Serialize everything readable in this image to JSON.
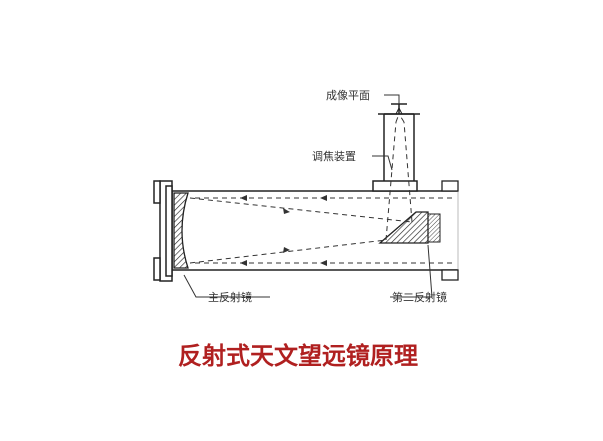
{
  "labels": {
    "focal_plane": "成像平面",
    "focusing_device": "调焦装置",
    "primary_mirror": "主反射镜",
    "secondary_mirror": "第二反射镜"
  },
  "caption": "反射式天文望远镜原理",
  "colors": {
    "line": "#222222",
    "caption": "#b02020"
  }
}
